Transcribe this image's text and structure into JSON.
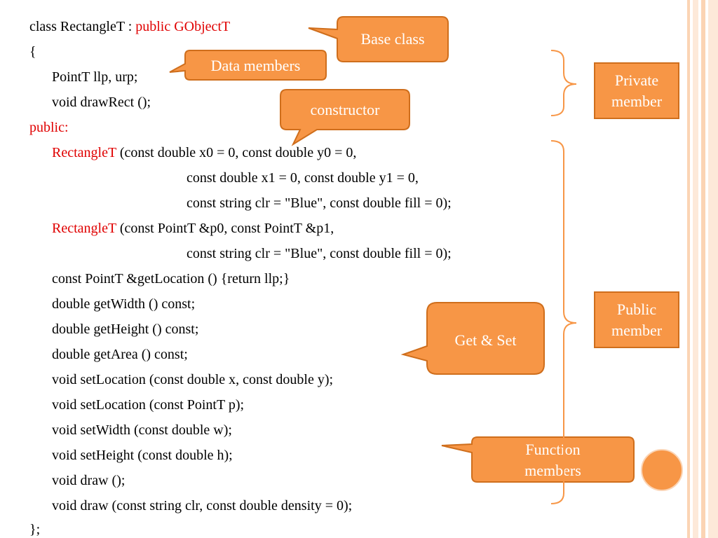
{
  "code": {
    "line1_pre": "class RectangleT : ",
    "line1_red": "public GObjectT",
    "line2": "{",
    "line3": "PointT llp, urp;",
    "line4": "void drawRect ();",
    "line5": "public:",
    "line6_red": "RectangleT",
    "line6_rest": " (const double x0 = 0, const double y0 = 0,",
    "line7": "const double x1 = 0, const double y1 = 0,",
    "line8": "const string clr = \"Blue\", const double fill = 0);",
    "line9_red": "RectangleT",
    "line9_rest": " (const PointT &p0, const PointT &p1,",
    "line10": "const string clr = \"Blue\", const double fill = 0);",
    "line11": "const PointT &getLocation () {return llp;}",
    "line12": "double getWidth () const;",
    "line13": "double getHeight () const;",
    "line14": "double getArea () const;",
    "line15": "void setLocation (const double x, const double y);",
    "line16": "void setLocation (const PointT p);",
    "line17": "void setWidth (const double w);",
    "line18": "void setHeight (const double h);",
    "line19": "void draw ();",
    "line20": "void draw (const string clr, const double density = 0);",
    "line21": "};"
  },
  "callouts": {
    "base_class": "Base class",
    "data_members": "Data members",
    "constructor": "constructor",
    "get_set": "Get & Set",
    "function_line1": "Function",
    "function_line2": "members"
  },
  "side_labels": {
    "private_line1": "Private",
    "private_line2": "member",
    "public_line1": "Public",
    "public_line2": "member"
  },
  "colors": {
    "callout_fill": "#f79646",
    "callout_border": "#cf6e1c",
    "keyword_red": "#e00000",
    "stripe_light": "#fde9d9",
    "stripe_medium": "#fbd4b4",
    "brace_color": "#f79646"
  }
}
